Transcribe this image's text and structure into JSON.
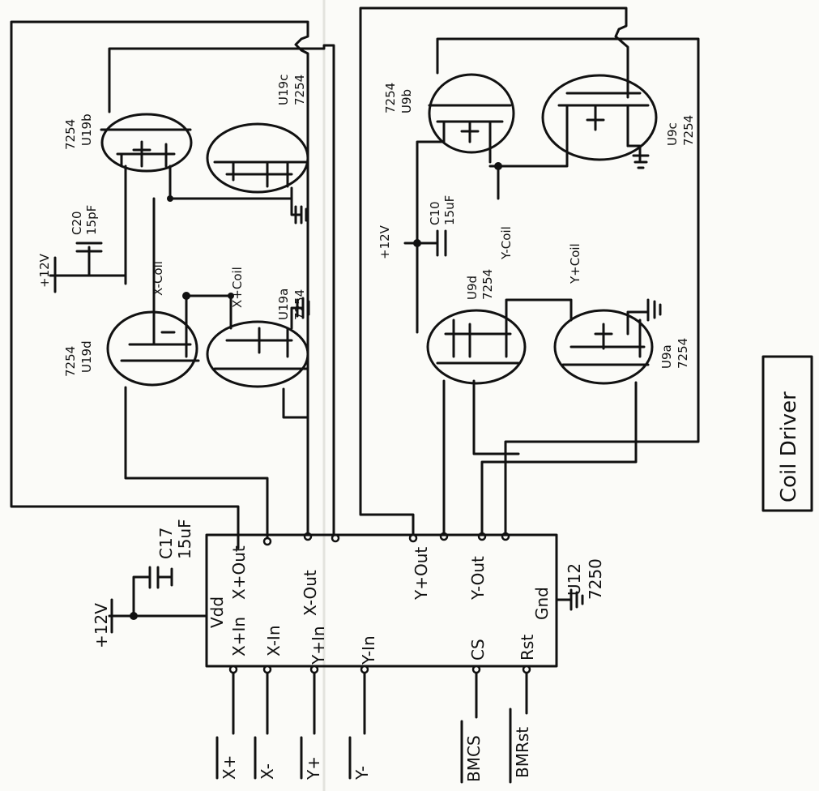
{
  "title": "Coil Driver",
  "labels": {
    "vdd": "Vdd",
    "v12": "+12V",
    "gnd": "Gnd",
    "u12_name": "U12",
    "u12_part": "7250",
    "x_plus_in": "X+In",
    "x_minus_in": "X-In",
    "y_plus_in": "Y+In",
    "y_minus_in": "Y-In",
    "x_plus_out": "X+Out",
    "x_minus_out": "X-Out",
    "y_plus_out": "Y+Out",
    "y_minus_out": "Y-Out",
    "cs": "CS",
    "rst": "Rst",
    "sig_x_plus": "X+",
    "sig_x_minus": "X-",
    "sig_y_plus": "Y+",
    "sig_y_minus": "Y-",
    "sig_bmcs": "BMCS",
    "sig_bmrst": "BMRst",
    "c17_name": "C17",
    "c17_value": "15uF",
    "c20_name": "C20",
    "c20_value": "15pF",
    "c10_name": "C10",
    "c10_value": "15uF",
    "x_coil_minus": "X-Coil",
    "x_coil_plus": "X+Coil",
    "y_coil_minus": "Y-Coil",
    "y_coil_plus": "Y+Coil",
    "part_7254": "7254",
    "u19a": "U19a",
    "u19b": "U19b",
    "u19c": "U19c",
    "u19d": "U19d",
    "u9a": "U9a",
    "u9b": "U9b",
    "u9c": "U9c",
    "u9d": "U9d"
  }
}
